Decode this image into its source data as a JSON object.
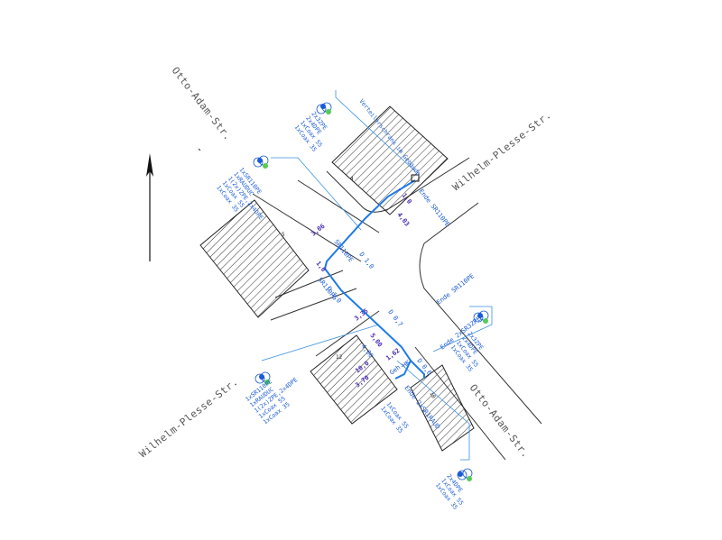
{
  "streets": {
    "otto_top": "Otto-Adam-Str.",
    "otto_bottom": "Otto-Adam-Str.",
    "wilhelm_top": "Wilhelm-Plesse-Str.",
    "wilhelm_bottom": "Wilhelm-Plesse-Str."
  },
  "house_numbers": {
    "h4": "4",
    "h5": "5",
    "h12": "12",
    "h10": "10"
  },
  "box_top": {
    "lines": [
      "2x3ZPE",
      "2x4DPE",
      "1xCoax 55",
      "1xCoax 35"
    ],
    "building_note": "Verteilerschrank im Gebäude"
  },
  "box_left": {
    "lines": [
      "1xSR110PE",
      "1xRAUDUC",
      "1(2x)ZPE,2x4DPE",
      "1xCoax 55",
      "1xCoax 35"
    ]
  },
  "box_right": {
    "lines": [
      "2x3ZPE",
      "2x4DPE",
      "1xCoax 55",
      "1xCoax 35"
    ]
  },
  "box_bottom_left": {
    "lines": [
      "1xSR110PE",
      "1xRAUDUC",
      "1(2x)ZPE,2x4DPE",
      "1xCoax 55",
      "1xCoax 35"
    ]
  },
  "box_bottom_right": {
    "lines": [
      "2x4DPE",
      "1xCoax 55",
      "1xCoax 35"
    ]
  },
  "box_small_mid": {
    "lines": [
      "1xCoax 55",
      "1xCoax 35"
    ]
  },
  "annotations": {
    "ende_sr110_top": "Ende SR110PE",
    "ende_sr110_mid": "Ende SR110PE",
    "ende_2xsr": "Ende 2xSR3ZPE",
    "ende_raud": "Ende 2xSR1RAUD",
    "sr110_a": "SR110PE",
    "sr110_b": "SR110PE",
    "d10a": "D 1,0",
    "d10b": "D 1,0",
    "d07": "D 0,7",
    "d06": "D 0,6",
    "m10a": "- 1,0",
    "m10b": "1,0",
    "v306": "3,06",
    "v335": "3,35",
    "v403": "4,03",
    "v500": "5,00",
    "v370": "3,70",
    "v100": "10,0",
    "v400": "4,00",
    "v162": "1,62",
    "vgehw": "Geh.",
    "vhk": "HK"
  },
  "colors": {
    "cable": "#1e7be8",
    "leader": "#3a8fe0",
    "label_blue": "#1a5cd6",
    "dim_purple": "#4b2bb0",
    "marker_green": "#55cc55",
    "marker_blue": "#1a5cd6"
  }
}
